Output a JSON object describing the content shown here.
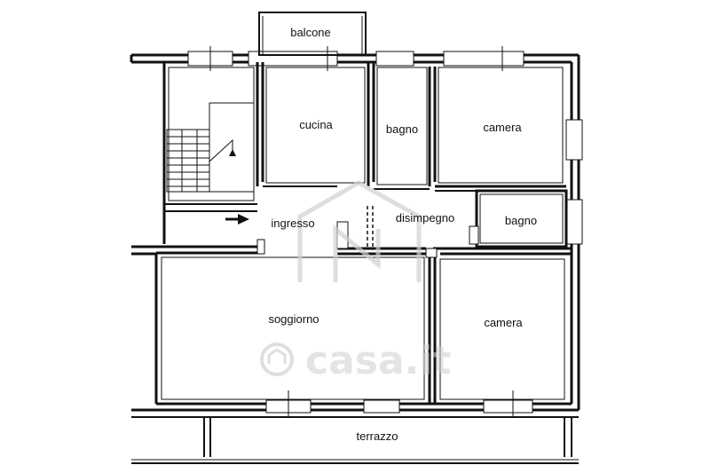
{
  "floorplan": {
    "rooms": {
      "balcone": "balcone",
      "cucina": "cucina",
      "bagno_top": "bagno",
      "camera_top": "camera",
      "ingresso": "ingresso",
      "disimpegno": "disimpegno",
      "bagno_small": "bagno",
      "soggiorno": "soggiorno",
      "camera_bottom": "camera",
      "terrazzo": "terrazzo"
    },
    "icons": {
      "entrance": "entrance-arrow-icon",
      "stairs": "staircase-icon"
    },
    "watermark": {
      "brand_text": "casa.it",
      "logo": "house-logo-icon",
      "color": "#cfcfcf"
    },
    "colors": {
      "wall": "#111111",
      "background": "#ffffff"
    }
  }
}
